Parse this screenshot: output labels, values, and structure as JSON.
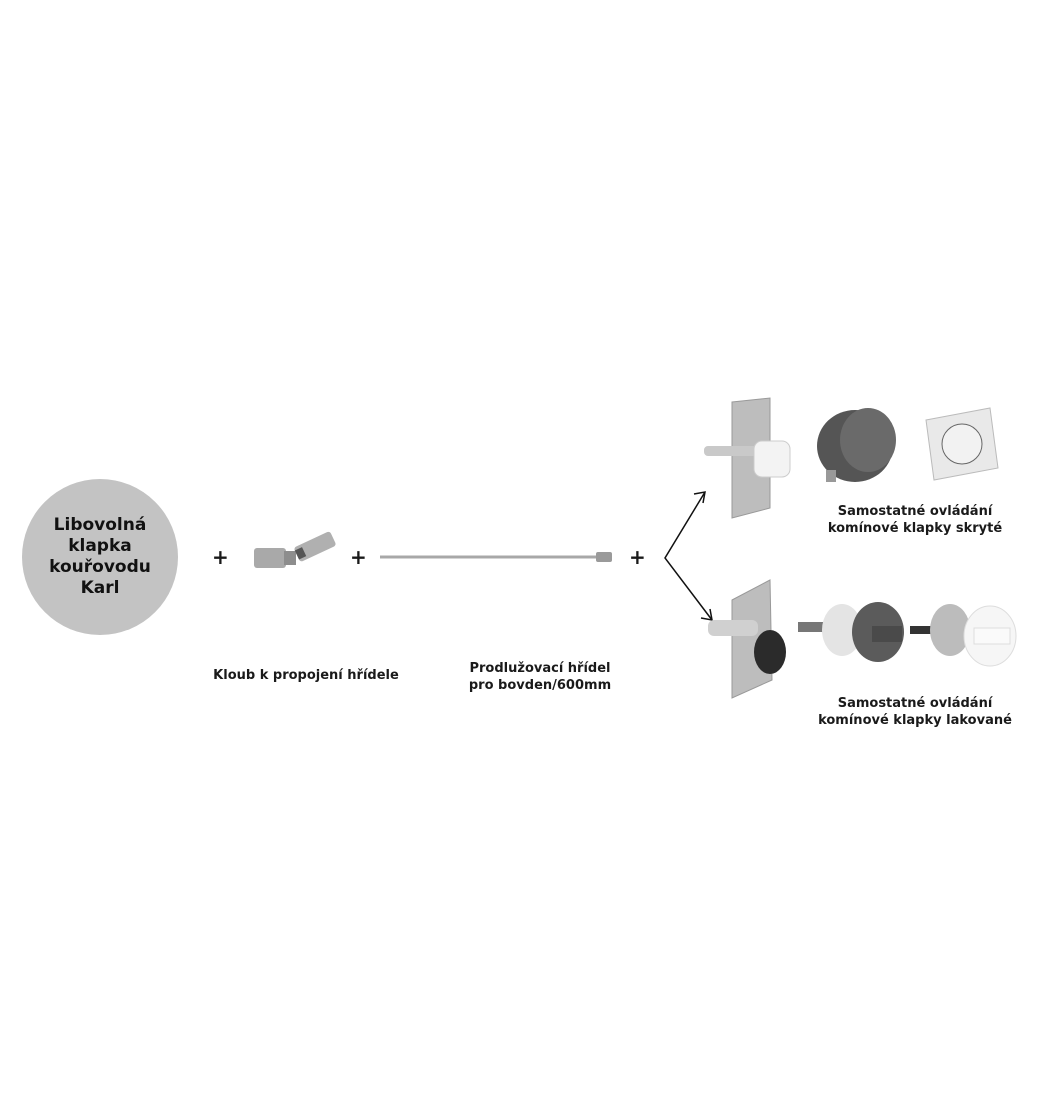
{
  "main_item": {
    "label": "Libovolná\nklapka\nkouřovodu\nKarl"
  },
  "operators": {
    "plus": "+"
  },
  "components": [
    {
      "label": "Kloub k propojení hřídele",
      "icon": "universal-joint-icon"
    },
    {
      "label": "Prodlužovací hřídel\npro bovden/600mm",
      "icon": "extension-shaft-icon"
    }
  ],
  "options": [
    {
      "label": "Samostatné ovládání\nkomínové klapky skryté",
      "icons": [
        "plate-white-knob-icon",
        "round-housing-icon",
        "square-cover-icon"
      ]
    },
    {
      "label": "Samostatné ovládání\nkomínové klapky lakované",
      "icons": [
        "plate-black-knob-icon",
        "dark-handle-icon",
        "white-handle-icon"
      ]
    }
  ],
  "colors": {
    "circle": "#c3c3c3",
    "metal": "#b5b5b5",
    "dark": "#444444"
  }
}
